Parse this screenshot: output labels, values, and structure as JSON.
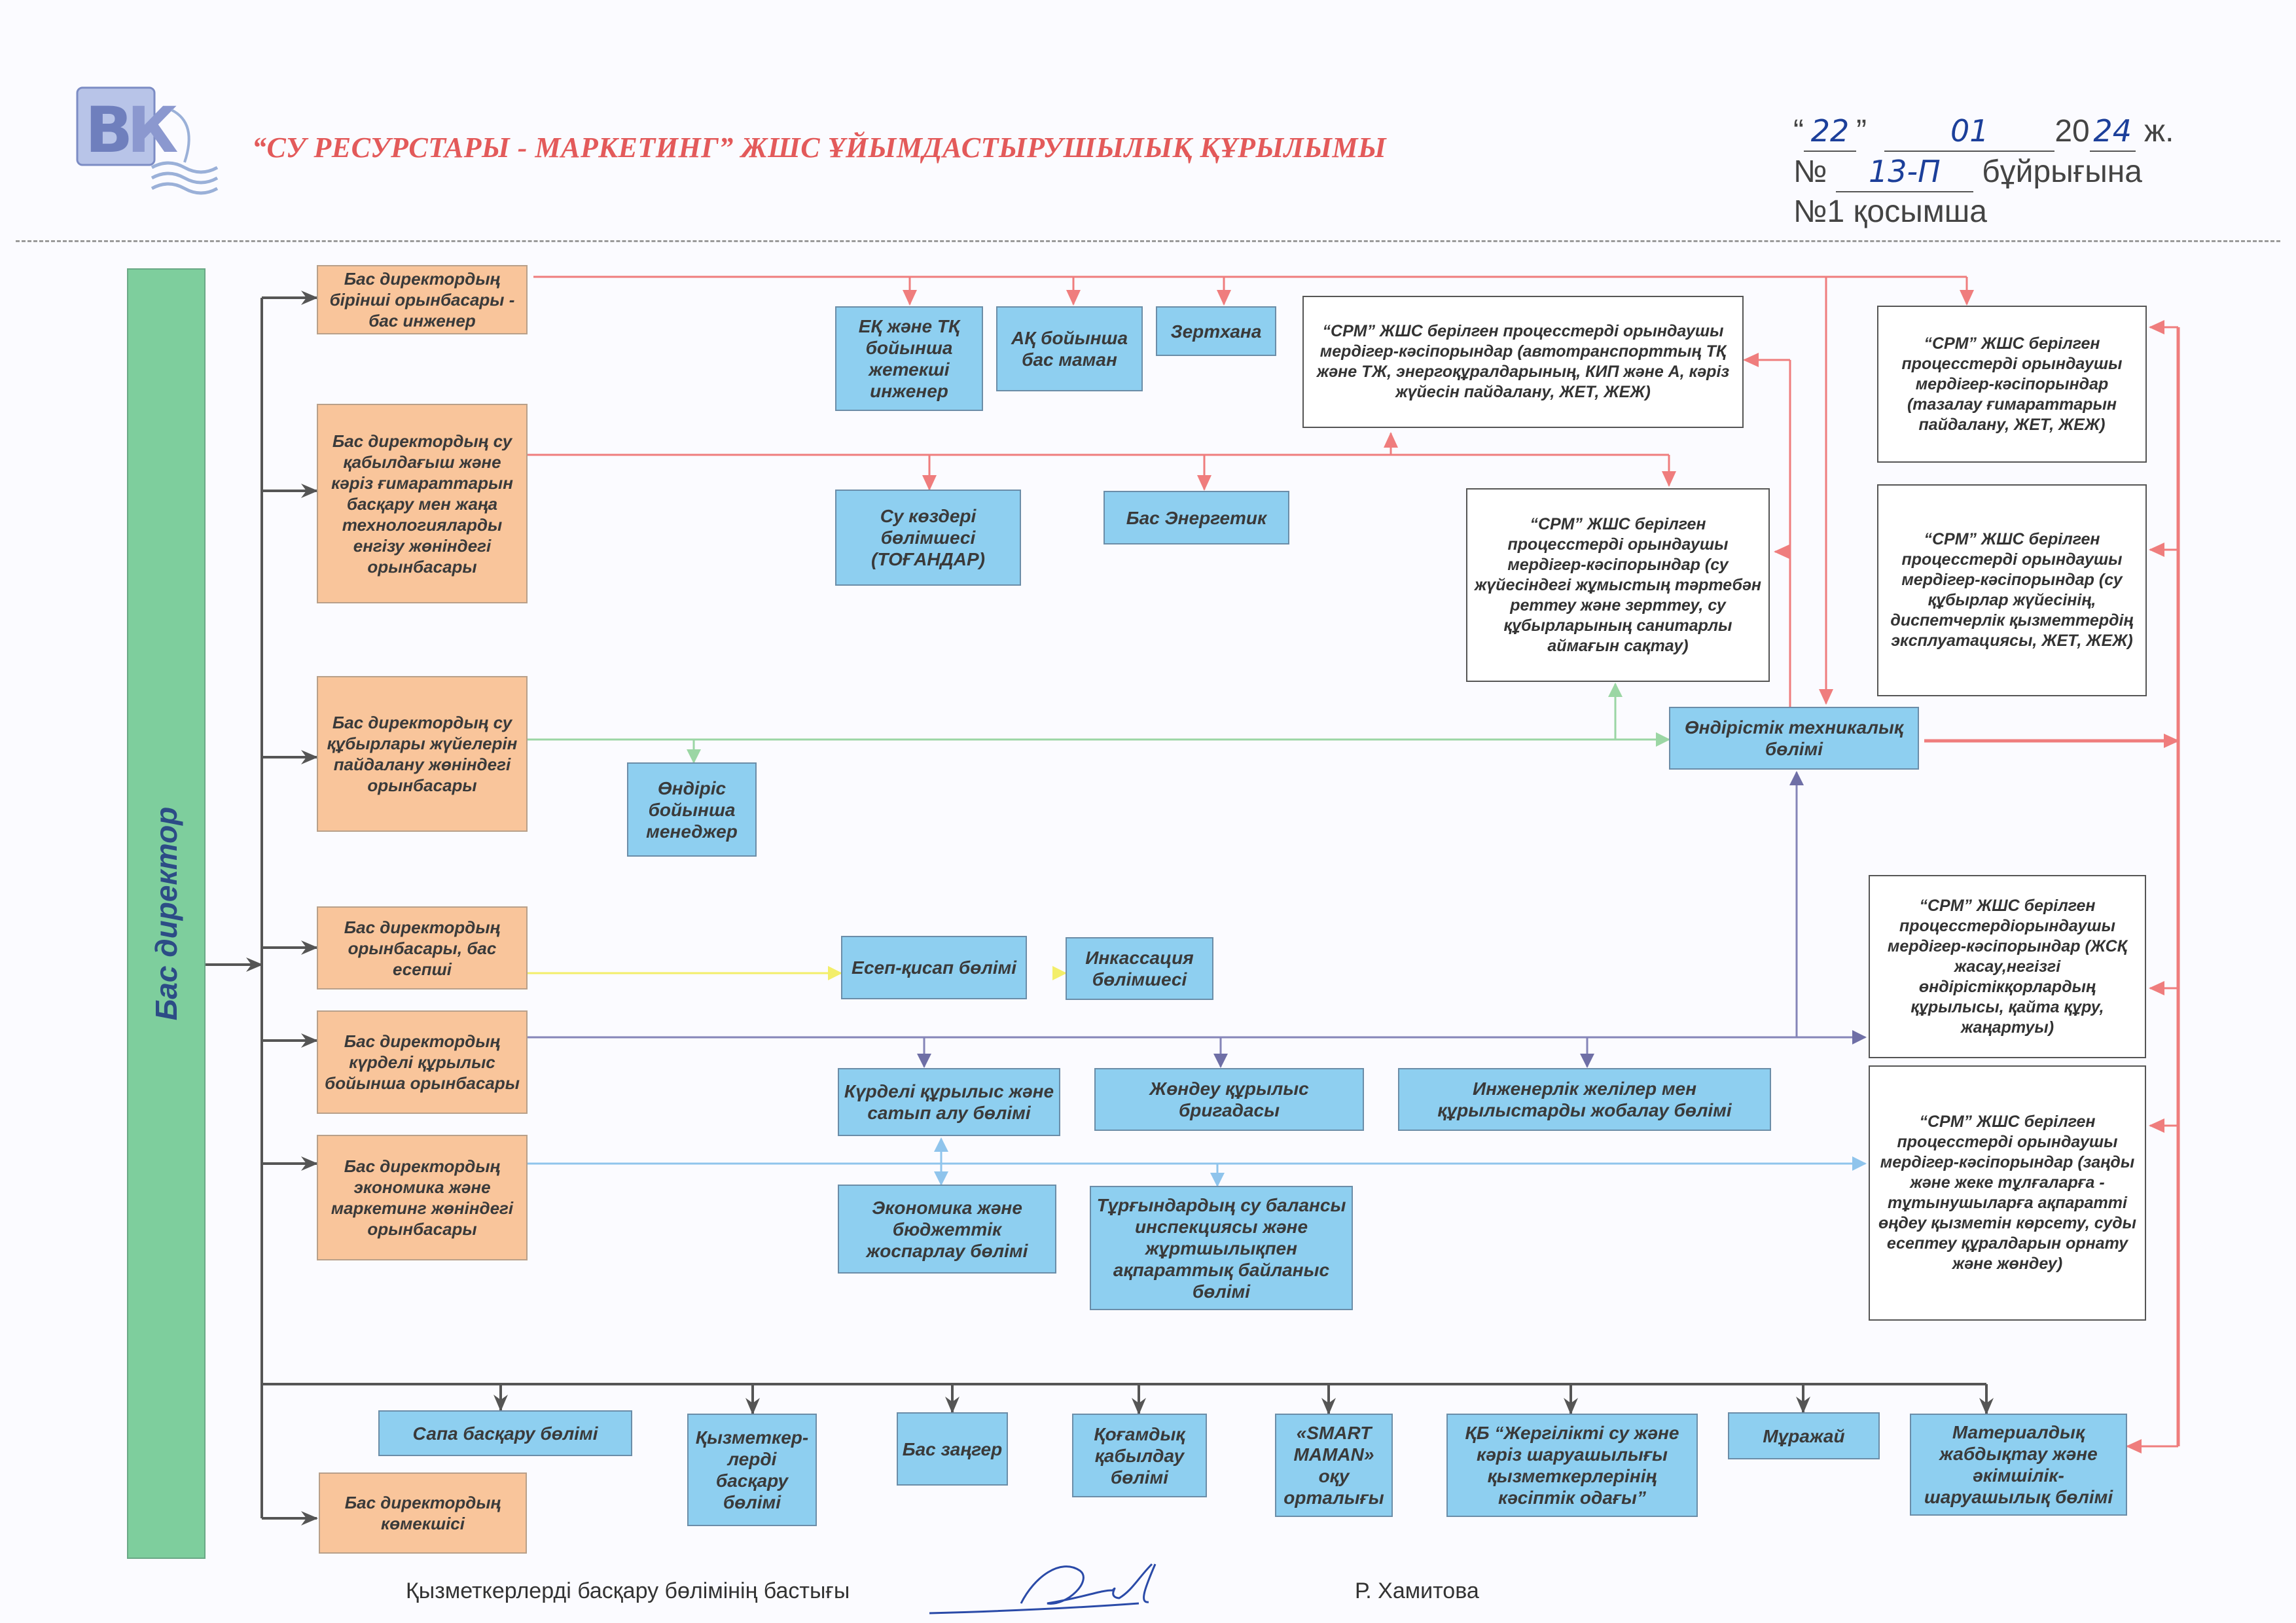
{
  "header": {
    "title": "“СУ РЕСУРСТАРЫ - МАРКЕТИНГ” ЖШС ҰЙЫМДАСТЫРУШЫЛЫҚ ҚҰРЫЛЫМЫ",
    "order_day": "22",
    "order_month": "01",
    "order_year_prefix": "20",
    "order_year_suffix": "24",
    "order_year_unit": "ж.",
    "order_no_label": "№",
    "order_no": "13-П",
    "order_text": "бұйрығына",
    "annex": "№1 қосымша"
  },
  "director": "Бас директор",
  "deputies": {
    "d1": "Бас директордың бірінші орынбасары - бас инженер",
    "d2": "Бас директордың су қабылдағыш және кәріз ғимараттарын басқару мен жаңа технологияларды енгізу жөніндегі орынбасары",
    "d3": "Бас директордың су құбырлары жүйелерін пайдалану жөніндегі орынбасары",
    "d4": "Бас директордың орынбасары, бас есепші",
    "d5": "Бас директордың күрделі құрылыс бойынша орынбасары",
    "d6": "Бас директордың экономика және маркетинг жөніндегі орынбасары",
    "d7": "Бас директордың көмекшісі"
  },
  "units": {
    "safety": "ЕҚ және ТҚ бойынша жетекші инженер",
    "civil": "АҚ бойынша бас маман",
    "lab": "Зертхана",
    "sources": "Су көздері бөлімшесі (ТОҒАНДАР)",
    "energy": "Бас Энергетик",
    "prod_manager": "Өндіріс бойынша менеджер",
    "ptd": "Өндірістік техникалық бөлімі",
    "accounting": "Есеп-қисап бөлімі",
    "collection": "Инкассация бөлімшесі",
    "capital": "Күрделі құрылыс және сатып алу бөлімі",
    "repair": "Жөндеу құрылыс бригадасы",
    "design": "Инженерлік желілер мен құрылыстарды жобалау бөлімі",
    "economy": "Экономика және бюджеттік жоспарлау бөлімі",
    "inspection": "Тұрғындардың су балансы инспекциясы және жұртшылықпен ақпараттық байланыс бөлімі",
    "quality": "Сапа басқару бөлімі",
    "hr": "Қызметкер-лерді басқару бөлімі",
    "lawyer": "Бас заңгер",
    "pr": "Қоғамдық қабылдау бөлімі",
    "smart": "«SMART MAMAN» оқу орталығы",
    "union": "ҚБ “Жергілікті су және кәріз шаруашылығы қызметкерлерінің кәсіптік одағы”",
    "museum": "Мұражай",
    "supply": "Материалдық жабдықтау және әкімшілік-шаруашылық бөлімі"
  },
  "contractors": {
    "c1": "“СРМ” ЖШС берілген процесстерді орындаушы мердігер-кәсіпорындар (автотранспорттың ТҚ және ТЖ, энергоқұралдарының, КИП және А, кәріз жүйесін пайдалану, ЖЕТ, ЖЕЖ)",
    "c2": "“СРМ” ЖШС берілген процесстерді орындаушы мердігер-кәсіпорындар (тазалау ғимараттарын пайдалану, ЖЕТ, ЖЕЖ)",
    "c3": "“СРМ” ЖШС берілген процесстерді орындаушы мердігер-кәсіпорындар (су жүйесіндегі жұмыстың тәртебән реттеу және зерттеу, су құбырларының санитарлы аймағын сақтау)",
    "c4": "“СРМ” ЖШС берілген процесстерді орындаушы мердігер-кәсіпорындар (су құбырлар жүйесінің, диспетчерлік қызметтердің эксплуатациясы, ЖЕТ, ЖЕЖ)",
    "c5": "“СРМ” ЖШС берілген процесстердіорындаушы мердігер-кәсіпорындар (ЖСҚ жасау,негізгі өндірістікқорлардың құрылысы, қайта құру, жаңартуы)",
    "c6": "“СРМ” ЖШС берілген процесстерді орындаушы мердігер-кәсіпорындар (заңды және жеке тұлғаларға - тұтынушыларға ақпаратті өңдеу қызметін көрсету, суды есептеу құралдарын орнату және жөндеу)"
  },
  "footer": {
    "position": "Қызметкерлерді басқару бөлімінің бастығы",
    "name": "Р. Хамитова"
  },
  "colors": {
    "red": "#ef7d7d",
    "green": "#9bd6a4",
    "yellow": "#f3ee6a",
    "purple": "#8585b8",
    "lightblue": "#8fc4ec",
    "dark": "#555555"
  }
}
